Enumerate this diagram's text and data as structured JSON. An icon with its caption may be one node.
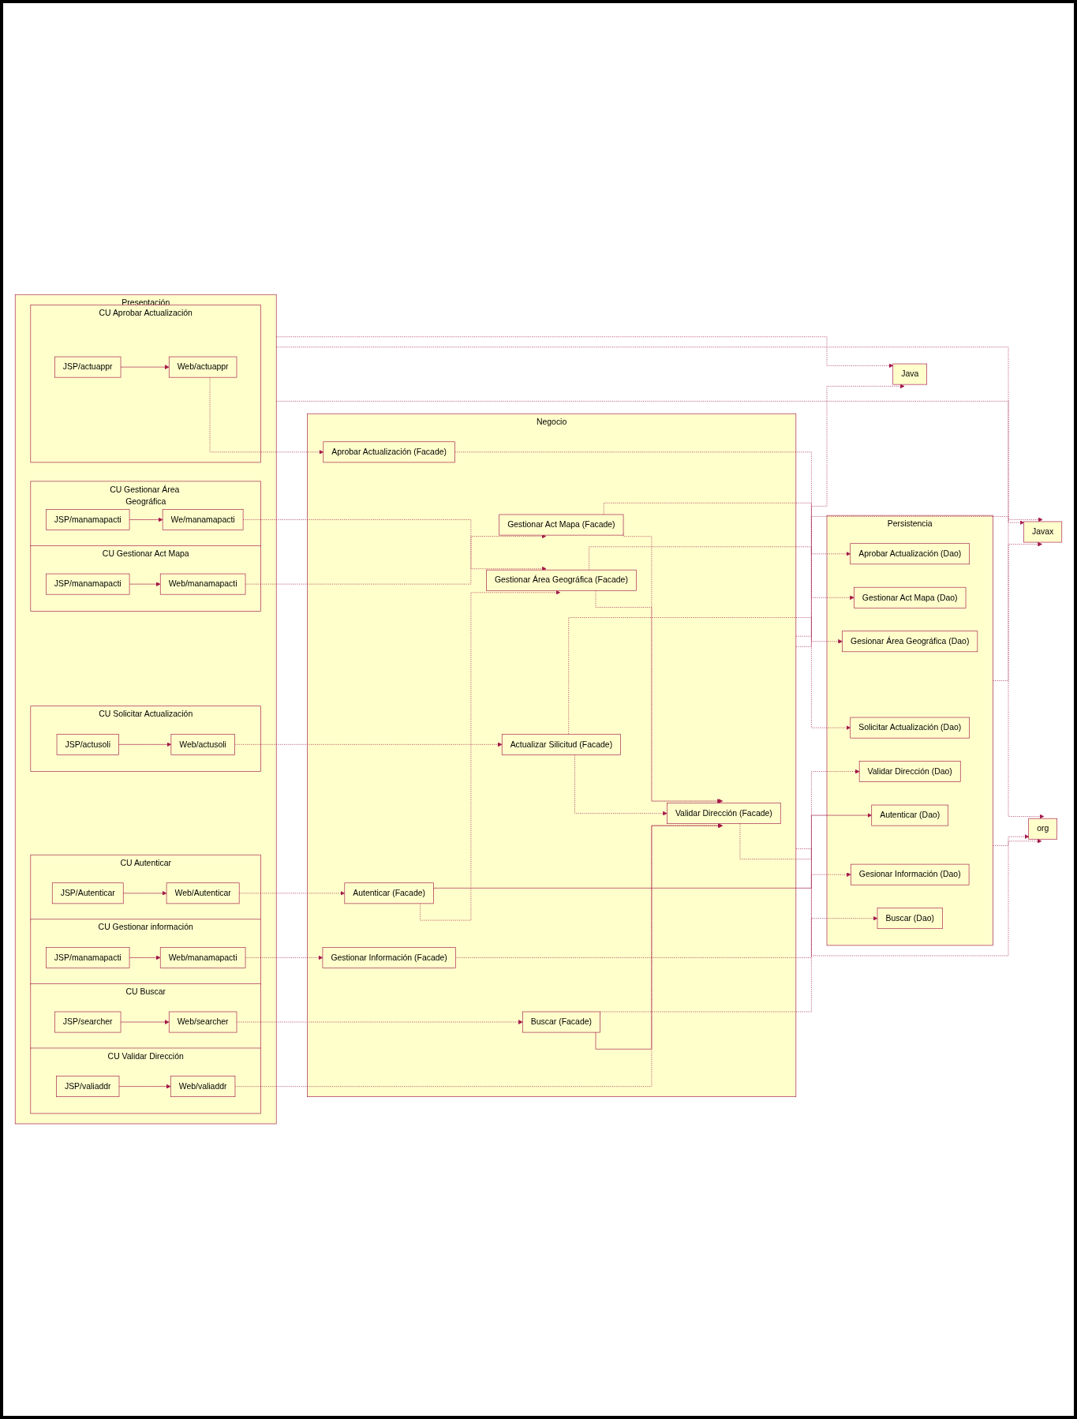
{
  "diagram": {
    "nodes": [
      {
        "text": [
          "Presentación"
        ]
      },
      {
        "text": [
          "CU Validar Dirección"
        ],
        "in": 0
      },
      {
        "text": [
          "Web/valiaddr"
        ],
        "in": 1
      },
      {
        "text": [
          "JSP/valiaddr"
        ],
        "in": 1
      },
      {
        "text": [
          "CU Buscar"
        ],
        "in": 0
      },
      {
        "text": [
          "Web/searcher"
        ],
        "in": 4
      },
      {
        "text": [
          "JSP/searcher"
        ],
        "in": 4
      },
      {
        "text": [
          "CU Gestionar información"
        ],
        "in": 0
      },
      {
        "text": [
          "Web/manamapacti"
        ],
        "in": 7
      },
      {
        "text": [
          "JSP/manamapacti"
        ],
        "in": 7
      },
      {
        "text": [
          "CU Autenticar"
        ],
        "in": 0
      },
      {
        "text": [
          "Web/Autenticar"
        ],
        "in": 10
      },
      {
        "text": [
          "JSP/Autenticar"
        ],
        "in": 10
      },
      {
        "text": [
          "CU Solicitar Actualización"
        ],
        "in": 0
      },
      {
        "text": [
          "Web/actusoli"
        ],
        "in": 13
      },
      {
        "text": [
          "JSP/actusoli"
        ],
        "in": 13
      },
      {
        "text": [
          "CU Gestionar Act Mapa"
        ],
        "in": 0
      },
      {
        "text": [
          "Web/manamapacti"
        ],
        "in": 16
      },
      {
        "text": [
          "JSP/manamapacti"
        ],
        "in": 16
      },
      {
        "text": [
          "CU Gestionar Área Geográfica"
        ],
        "in": 0
      },
      {
        "text": [
          "We/manamapacti"
        ],
        "in": 19
      },
      {
        "text": [
          "JSP/manamapacti"
        ],
        "in": 19
      },
      {
        "text": [
          "CU Aprobar Actualización"
        ],
        "in": 0
      },
      {
        "text": [
          "Web/actuappr"
        ],
        "in": 22
      },
      {
        "text": [
          "JSP/actuappr"
        ],
        "in": 22
      },
      {
        "text": [
          "Negocio"
        ]
      },
      {
        "text": [
          "Validar Dirección (Facade)"
        ],
        "in": 25
      },
      {
        "text": [
          "Buscar (Facade)"
        ],
        "in": 25
      },
      {
        "text": [
          "Gestionar Información (Facade)"
        ],
        "in": 25
      },
      {
        "text": [
          "Autenticar (Facade)"
        ],
        "in": 25
      },
      {
        "text": [
          "Actualizar Silicitud (Facade)"
        ],
        "in": 25
      },
      {
        "text": [
          "Gestionar Act Mapa (Facade)"
        ],
        "in": 25
      },
      {
        "text": [
          "Gestionar Área Geográfica (Facade)"
        ],
        "in": 25
      },
      {
        "text": [
          "Aprobar Actualización (Facade)"
        ],
        "in": 25
      },
      {
        "text": [
          "Java"
        ]
      },
      {
        "text": [
          "Javax"
        ]
      },
      {
        "text": [
          "org"
        ]
      },
      {
        "text": [
          "Persistencia"
        ]
      },
      {
        "text": [
          "Validar Dirección (Dao)"
        ],
        "in": 37
      },
      {
        "text": [
          "Buscar (Dao)"
        ],
        "in": 37
      },
      {
        "text": [
          "Gesionar Información (Dao)"
        ],
        "in": 37
      },
      {
        "text": [
          "Autenticar (Dao)"
        ],
        "in": 37
      },
      {
        "text": [
          "Solicitar Actualización (Dao)"
        ],
        "in": 37
      },
      {
        "text": [
          "Gestionar Act Mapa (Dao)"
        ],
        "in": 37
      },
      {
        "text": [
          "Gesionar Área Geográfica (Dao)"
        ],
        "in": 37
      },
      {
        "text": [
          "Aprobar Actualización (Dao)"
        ],
        "in": 37
      }
    ],
    "edges": [
      {
        "from": 29,
        "to": 32,
        "arrow": "to",
        "style": "dashed"
      },
      {
        "from": 3,
        "to": 2,
        "arrow": "to"
      },
      {
        "from": 6,
        "to": 5,
        "arrow": "to"
      },
      {
        "from": 9,
        "to": 8,
        "arrow": "to"
      },
      {
        "from": 12,
        "to": 11,
        "arrow": "to"
      },
      {
        "from": 15,
        "to": 14,
        "arrow": "to"
      },
      {
        "from": 18,
        "to": 17,
        "arrow": "to"
      },
      {
        "from": 21,
        "to": 20,
        "arrow": "to"
      },
      {
        "from": 24,
        "to": 23,
        "arrow": "to"
      },
      {
        "from": 27,
        "to": 26,
        "arrow": "to"
      },
      {
        "from": 32,
        "to": 26,
        "arrow": "to",
        "style": "dashed"
      },
      {
        "from": 30,
        "to": 26,
        "arrow": "to",
        "style": "dashed"
      },
      {
        "from": 31,
        "to": 26,
        "arrow": "to",
        "style": "dashed"
      },
      {
        "from": 2,
        "to": 26,
        "arrow": "to",
        "style": "dashed"
      },
      {
        "from": 5,
        "to": 27,
        "arrow": "to",
        "style": "dashed"
      },
      {
        "from": 8,
        "to": 28,
        "arrow": "to",
        "style": "dashed"
      },
      {
        "from": 11,
        "to": 29,
        "arrow": "to",
        "style": "dashed"
      },
      {
        "from": 14,
        "to": 30,
        "arrow": "to",
        "style": "dashed"
      },
      {
        "from": 17,
        "to": 31,
        "arrow": "to",
        "style": "dashed"
      },
      {
        "from": 20,
        "to": 32,
        "arrow": "to",
        "style": "dashed"
      },
      {
        "from": 23,
        "to": 33,
        "arrow": "to",
        "style": "dashed"
      },
      {
        "from": 26,
        "to": 38,
        "arrow": "to",
        "style": "dashed"
      },
      {
        "from": 27,
        "to": 39,
        "arrow": "to",
        "style": "dashed"
      },
      {
        "from": 28,
        "to": 40,
        "arrow": "to",
        "style": "dashed"
      },
      {
        "from": 29,
        "to": 41,
        "arrow": "to"
      },
      {
        "from": 30,
        "to": 42,
        "arrow": "to",
        "style": "dashed"
      },
      {
        "from": 31,
        "to": 43,
        "arrow": "to",
        "style": "dashed"
      },
      {
        "from": 32,
        "to": 44,
        "arrow": "to",
        "style": "dashed"
      },
      {
        "from": 33,
        "to": 45,
        "arrow": "to",
        "style": "dashed"
      },
      {
        "from": 37,
        "to": 36,
        "arrow": "to",
        "style": "dashed"
      },
      {
        "from": 37,
        "to": 35,
        "arrow": "to",
        "style": "dashed"
      },
      {
        "from": 25,
        "to": 36,
        "arrow": "to",
        "style": "dashed"
      },
      {
        "from": 25,
        "to": 35,
        "arrow": "to",
        "style": "dashed"
      },
      {
        "from": 25,
        "to": 34,
        "arrow": "to",
        "style": "dashed"
      },
      {
        "from": 0,
        "to": 36,
        "arrow": "to",
        "style": "dashed"
      },
      {
        "from": 0,
        "to": 35,
        "arrow": "to",
        "style": "dashed"
      },
      {
        "from": 0,
        "to": 34,
        "arrow": "to",
        "style": "dashed"
      }
    ]
  }
}
